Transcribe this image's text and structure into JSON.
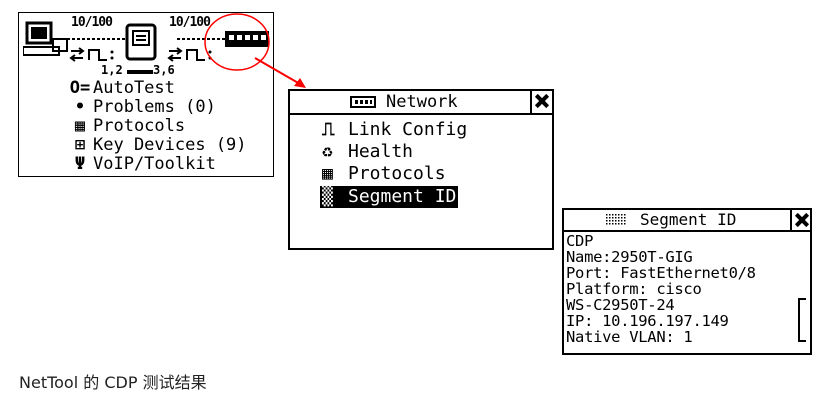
{
  "main_screen": {
    "link_left": "10/100",
    "link_right": "10/100",
    "pins_left": "1,2",
    "pins_right": "3,6",
    "menu": [
      {
        "icon": "O=",
        "label": "AutoTest"
      },
      {
        "icon": "•",
        "label": "Problems (0)"
      },
      {
        "icon": "▦",
        "label": "Protocols"
      },
      {
        "icon": "⊞",
        "label": "Key Devices (9)"
      },
      {
        "icon": "Ψ",
        "label": "VoIP/Toolkit"
      }
    ]
  },
  "network_window": {
    "title": "Network",
    "items": [
      {
        "icon": "⎍",
        "label": "Link Config"
      },
      {
        "icon": "♻",
        "label": "Health"
      },
      {
        "icon": "▦",
        "label": "Protocols"
      },
      {
        "icon": "▒",
        "label": "Segment ID"
      }
    ]
  },
  "segment_window": {
    "title": "Segment ID",
    "lines": [
      "CDP",
      "Name:2950T-GIG",
      "Port: FastEthernet0/8",
      "Platform: cisco",
      "WS-C2950T-24",
      "IP: 10.196.197.149",
      "Native VLAN: 1"
    ]
  },
  "caption": "NetTool 的 CDP 测试结果",
  "colors": {
    "highlight": "#ff0000",
    "ink": "#000000"
  }
}
